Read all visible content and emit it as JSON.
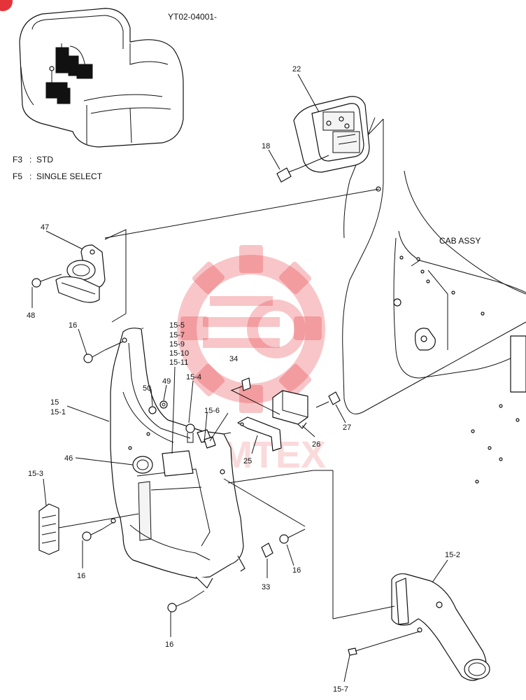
{
  "header": {
    "code": "YT02-04001-"
  },
  "notes": [
    {
      "key": "F3",
      "text": "STD"
    },
    {
      "key": "F5",
      "text": "SINGLE SELECT"
    }
  ],
  "cab_label": "CAB ASSY",
  "watermark_text": "VMTEX",
  "colors": {
    "watermark": "#e5333a",
    "ink": "#111111"
  },
  "callouts": [
    {
      "id": "c22",
      "text": "22"
    },
    {
      "id": "c18",
      "text": "18"
    },
    {
      "id": "c47",
      "text": "47"
    },
    {
      "id": "c48",
      "text": "48"
    },
    {
      "id": "c16a",
      "text": "16"
    },
    {
      "id": "c155",
      "text": "15-5"
    },
    {
      "id": "c157",
      "text": "15-7"
    },
    {
      "id": "c159",
      "text": "15-9"
    },
    {
      "id": "c1510",
      "text": "15-10"
    },
    {
      "id": "c1511",
      "text": "15-11"
    },
    {
      "id": "c34",
      "text": "34"
    },
    {
      "id": "c50",
      "text": "50"
    },
    {
      "id": "c49",
      "text": "49"
    },
    {
      "id": "c154",
      "text": "15-4"
    },
    {
      "id": "c15",
      "text": "15"
    },
    {
      "id": "c151",
      "text": "15-1"
    },
    {
      "id": "c156",
      "text": "15-6"
    },
    {
      "id": "c27",
      "text": "27"
    },
    {
      "id": "c26",
      "text": "26"
    },
    {
      "id": "c25",
      "text": "25"
    },
    {
      "id": "c46",
      "text": "46"
    },
    {
      "id": "c153",
      "text": "15-3"
    },
    {
      "id": "c16b",
      "text": "16"
    },
    {
      "id": "c33",
      "text": "33"
    },
    {
      "id": "c16c",
      "text": "16"
    },
    {
      "id": "c16d",
      "text": "16"
    },
    {
      "id": "c152",
      "text": "15-2"
    },
    {
      "id": "c157b",
      "text": "15-7"
    }
  ]
}
